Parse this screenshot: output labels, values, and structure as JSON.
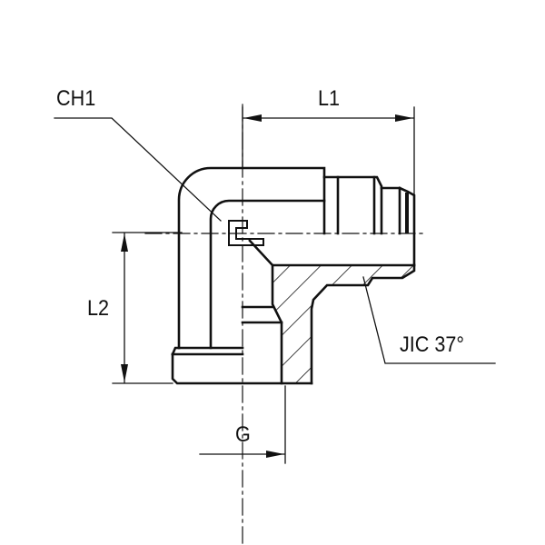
{
  "diagram": {
    "type": "technical-drawing",
    "subject": "90° elbow fitting, JIC 37° male to female thread",
    "labels": {
      "ch1": "CH1",
      "l1": "L1",
      "l2": "L2",
      "g": "G",
      "jic": "JIC 37°"
    },
    "colors": {
      "line": "#111111",
      "background": "#ffffff"
    }
  }
}
